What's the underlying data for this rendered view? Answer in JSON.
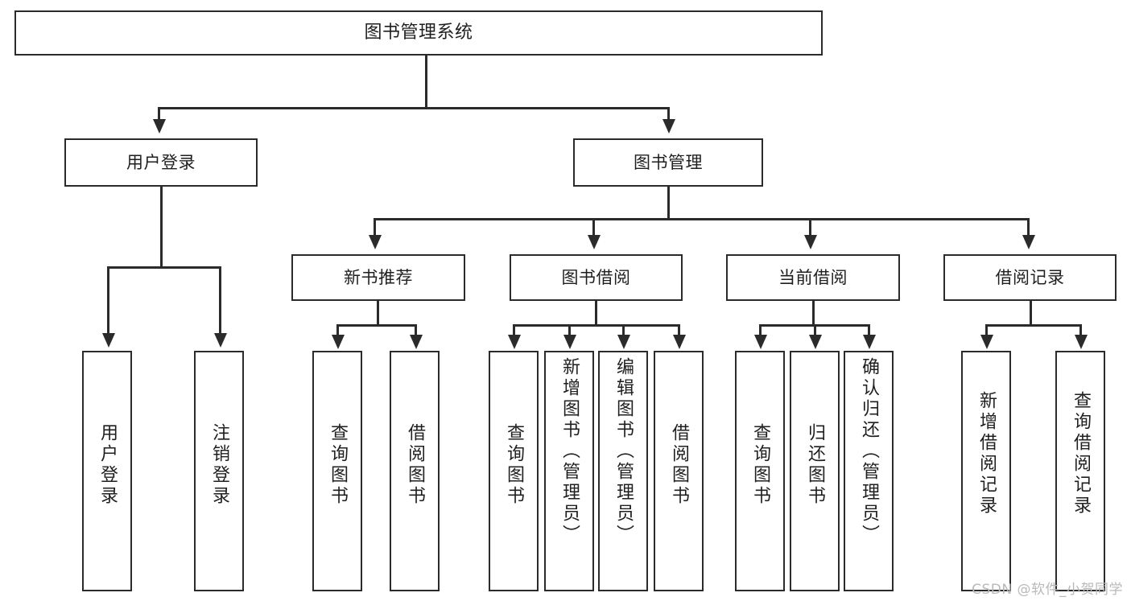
{
  "diagram": {
    "title": "图书管理系统",
    "watermark": "CSDN @软件_小贺同学",
    "levels": {
      "root": {
        "label": "图书管理系统"
      },
      "level2": [
        {
          "id": "user-login",
          "label": "用户登录"
        },
        {
          "id": "book-manage",
          "label": "图书管理"
        }
      ],
      "level3": [
        {
          "id": "new-book-recommend",
          "label": "新书推荐"
        },
        {
          "id": "book-borrow",
          "label": "图书借阅"
        },
        {
          "id": "current-borrow",
          "label": "当前借阅"
        },
        {
          "id": "borrow-record",
          "label": "借阅记录"
        }
      ],
      "leaves": {
        "user_login": [
          {
            "id": "leaf-user-login",
            "label": "用户登录"
          },
          {
            "id": "leaf-logout-login",
            "label": "注销登录"
          }
        ],
        "new_book_recommend": [
          {
            "id": "leaf-query-book-1",
            "label": "查询图书"
          },
          {
            "id": "leaf-borrow-book-1",
            "label": "借阅图书"
          }
        ],
        "book_borrow": [
          {
            "id": "leaf-query-book-2",
            "label": "查询图书"
          },
          {
            "id": "leaf-add-book",
            "label": "新增图书（管理员）"
          },
          {
            "id": "leaf-edit-book",
            "label": "编辑图书（管理员）"
          },
          {
            "id": "leaf-borrow-book-2",
            "label": "借阅图书"
          }
        ],
        "current_borrow": [
          {
            "id": "leaf-query-book-3",
            "label": "查询图书"
          },
          {
            "id": "leaf-return-book",
            "label": "归还图书"
          },
          {
            "id": "leaf-confirm-return",
            "label": "确认归还（管理员）"
          }
        ],
        "borrow_record": [
          {
            "id": "leaf-add-borrow-record",
            "label": "新增借阅记录"
          },
          {
            "id": "leaf-query-borrow-record",
            "label": "查询借阅记录"
          }
        ]
      }
    },
    "colors": {
      "stroke": "#2b2b2b",
      "fill": "#ffffff",
      "text": "#1f1f1f",
      "watermark": "#b9b9b9"
    }
  }
}
